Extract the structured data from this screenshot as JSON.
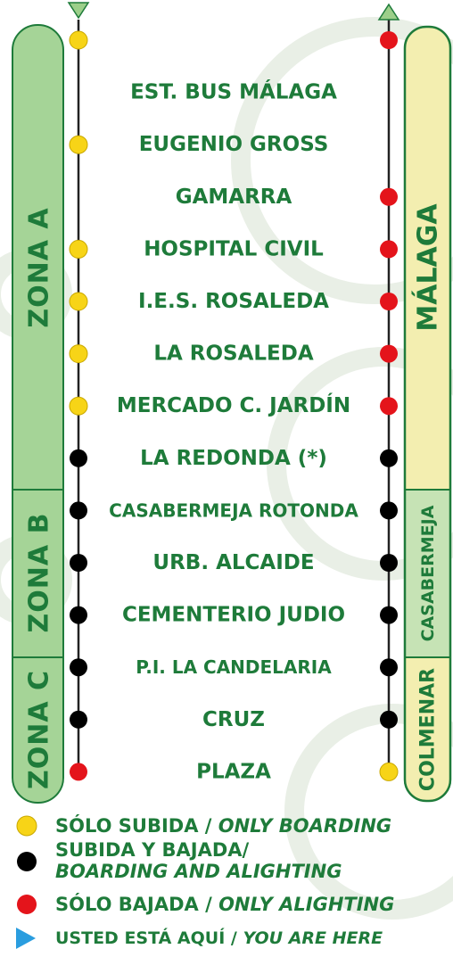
{
  "colors": {
    "green_dark": "#1e7b3a",
    "green_light": "#9ccf8a",
    "zone_fill": "#a5d497",
    "muni_fill": "#f3eeb0",
    "yellow": "#f7d417",
    "red": "#e4141b",
    "blue": "#2a9ddf",
    "line": "#222222",
    "watermark": "#e9efe6"
  },
  "zones": [
    {
      "label": "ZONA A"
    },
    {
      "label": "ZONA B"
    },
    {
      "label": "ZONA C"
    }
  ],
  "municipalities": [
    {
      "label": "MÁLAGA"
    },
    {
      "label": "CASABERMEJA"
    },
    {
      "label": "COLMENAR"
    }
  ],
  "stops": [
    {
      "name": "",
      "left": "yellow",
      "right": "red"
    },
    {
      "name": "EST. BUS MÁLAGA",
      "left": "none",
      "right": "none"
    },
    {
      "name": "EUGENIO GROSS",
      "left": "yellow",
      "right": "none"
    },
    {
      "name": "GAMARRA",
      "left": "none",
      "right": "red"
    },
    {
      "name": "HOSPITAL CIVIL",
      "left": "yellow",
      "right": "red"
    },
    {
      "name": "I.E.S. ROSALEDA",
      "left": "yellow",
      "right": "red"
    },
    {
      "name": "LA ROSALEDA",
      "left": "yellow",
      "right": "red"
    },
    {
      "name": "MERCADO C. JARDÍN",
      "left": "yellow",
      "right": "red"
    },
    {
      "name": "LA REDONDA (*)",
      "left": "green",
      "right": "green"
    },
    {
      "name": "CASABERMEJA ROTONDA",
      "left": "green",
      "right": "green"
    },
    {
      "name": "URB. ALCAIDE",
      "left": "green",
      "right": "green"
    },
    {
      "name": "CEMENTERIO JUDIO",
      "left": "green",
      "right": "green"
    },
    {
      "name": "P.I. LA CANDELARIA",
      "left": "green",
      "right": "green"
    },
    {
      "name": "CRUZ",
      "left": "green",
      "right": "green"
    },
    {
      "name": "PLAZA",
      "left": "red",
      "right": "yellow"
    }
  ],
  "legend": [
    {
      "color": "yellow",
      "label_es": "SÓLO SUBIDA / ",
      "label_en": "ONLY BOARDING"
    },
    {
      "color": "green",
      "label_es": "SUBIDA Y BAJADA/",
      "label_en": "BOARDING AND ALIGHTING"
    },
    {
      "color": "red",
      "label_es": "SÓLO BAJADA / ",
      "label_en": "ONLY ALIGHTING"
    },
    {
      "color": "blue",
      "label_es": "USTED ESTÁ AQUÍ / ",
      "label_en": "YOU ARE HERE"
    }
  ]
}
